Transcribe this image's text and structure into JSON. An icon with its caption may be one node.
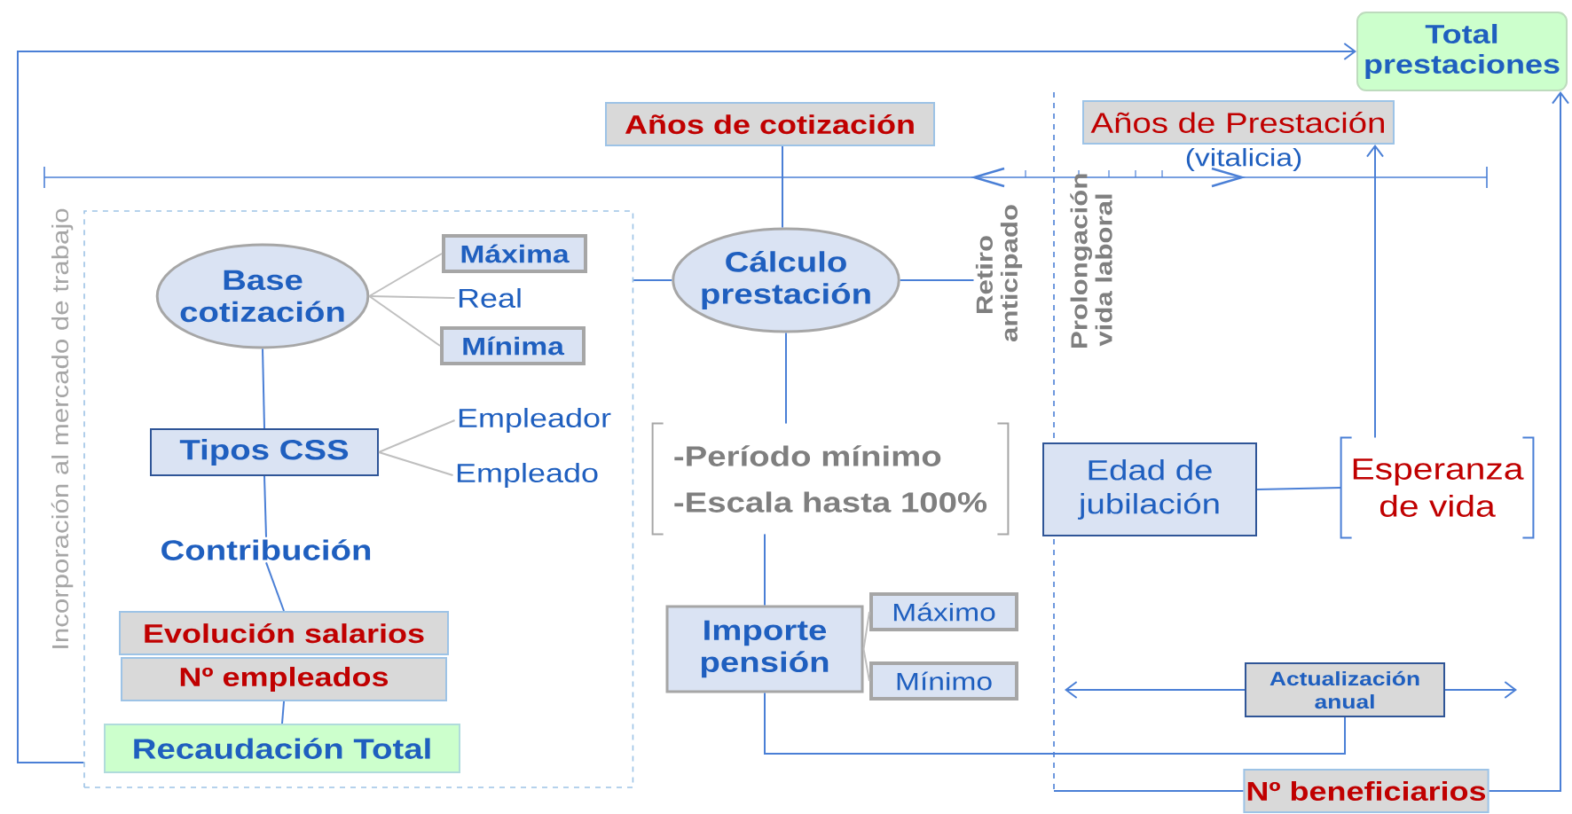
{
  "diagram": {
    "nodes": [
      {
        "text": [],
        "shape": "box"
      },
      {
        "text": [
          "Base cotización"
        ],
        "in": 0
      },
      {
        "text": [
          "Máxima"
        ],
        "in": 0
      },
      {
        "text": [
          "Real"
        ],
        "in": 0
      },
      {
        "text": [
          "Mínima"
        ],
        "in": 0
      },
      {
        "text": [
          "Tipos CSS"
        ],
        "in": 0
      },
      {
        "text": [
          "Empleador"
        ],
        "in": 0
      },
      {
        "text": [
          "Empleado"
        ],
        "in": 0
      },
      {
        "text": [
          "Contribución"
        ],
        "in": 0
      },
      {
        "text": [
          "Evolución salarios"
        ],
        "in": 0
      },
      {
        "text": [
          "Nº empleados"
        ],
        "in": 0
      },
      {
        "text": [
          "Recaudación Total"
        ],
        "in": 0
      },
      {
        "text": [
          "Total prestaciones"
        ]
      },
      {
        "text": [
          "Años de cotización"
        ]
      },
      {
        "text": [
          "Cálculo prestación"
        ]
      },
      {
        "text": [
          "Retiro anticipado"
        ]
      },
      {
        "text": [
          "-Período mínimo",
          "-Escala hasta 100%"
        ]
      },
      {
        "text": [
          "Importe pensión"
        ]
      },
      {
        "text": [
          "Máximo"
        ]
      },
      {
        "text": [
          "Mínimo"
        ]
      },
      {
        "text": [
          "Años de Prestación"
        ]
      },
      {
        "text": [
          "Edad de jubilación"
        ]
      },
      {
        "text": [
          "Esperanza de vida"
        ]
      },
      {
        "text": [
          "Actualización anual"
        ]
      },
      {
        "text": [
          "Nº beneficiarios"
        ]
      }
    ],
    "edges": [
      {
        "from": 1,
        "to": 2,
        "arrow": "none",
        "color": "#bfbfbf"
      },
      {
        "from": 1,
        "to": 3,
        "arrow": "none",
        "color": "#bfbfbf"
      },
      {
        "from": 1,
        "to": 4,
        "arrow": "none",
        "color": "#bfbfbf"
      },
      {
        "from": 1,
        "to": 5,
        "arrow": "none"
      },
      {
        "from": 5,
        "to": 6,
        "arrow": "none",
        "color": "#bfbfbf"
      },
      {
        "from": 5,
        "to": 7,
        "arrow": "none",
        "color": "#bfbfbf"
      },
      {
        "from": 5,
        "to": 8,
        "arrow": "none"
      },
      {
        "from": 8,
        "to": 9,
        "arrow": "none"
      },
      {
        "from": 10,
        "to": 11,
        "arrow": "none"
      },
      {
        "from": 0,
        "to": 12,
        "arrow": "to"
      },
      {
        "from": 0,
        "to": 14,
        "arrow": "none"
      },
      {
        "from": 13,
        "to": 14,
        "arrow": "none"
      },
      {
        "from": 14,
        "to": 15,
        "arrow": "none"
      },
      {
        "from": 14,
        "to": 16,
        "arrow": "none"
      },
      {
        "from": 16,
        "to": 17,
        "arrow": "none"
      },
      {
        "from": 17,
        "to": 18,
        "arrow": "none",
        "color": "#bfbfbf"
      },
      {
        "from": 17,
        "to": 19,
        "arrow": "none",
        "color": "#bfbfbf"
      },
      {
        "from": 17,
        "to": 23,
        "arrow": "none"
      },
      {
        "from": 21,
        "to": 22,
        "arrow": "none"
      },
      {
        "from": 22,
        "to": 20,
        "arrow": "to"
      },
      {
        "from": 23,
        "to": null,
        "arrow": "to"
      },
      {
        "from": 23,
        "to": null,
        "arrow": "to"
      },
      {
        "from": null,
        "to": 24,
        "arrow": "none"
      },
      {
        "from": 24,
        "to": 12,
        "arrow": "to"
      }
    ],
    "labels": [
      "Incorporación al mercado de trabajo",
      "Prolongación vida laboral",
      "(vitalicia)"
    ]
  }
}
